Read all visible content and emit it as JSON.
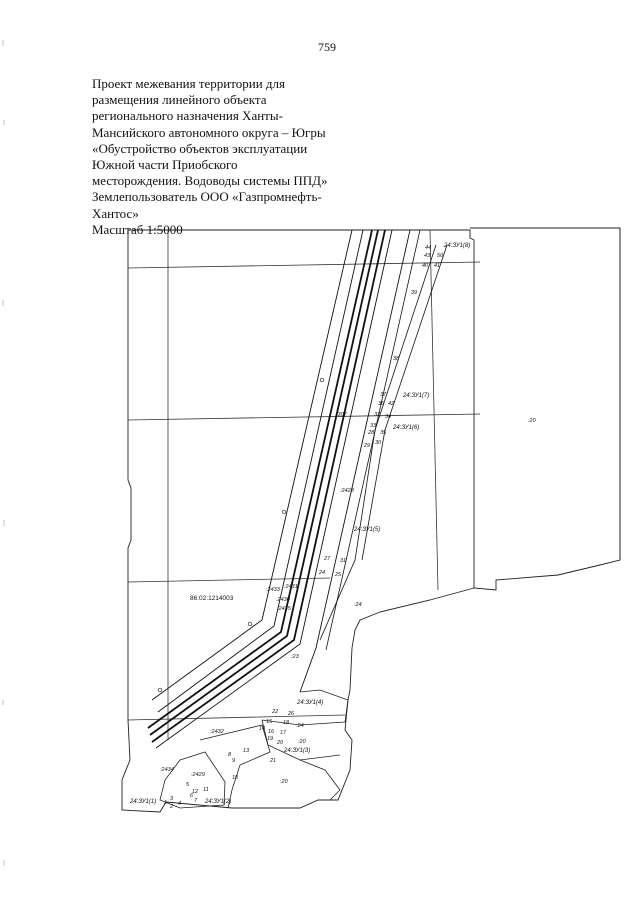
{
  "page_number": "759",
  "title_lines": [
    "Проект межевания территории для",
    "размещения линейного объекта",
    "регионального назначения Ханты-",
    "Мансийского автономного округа – Югры",
    "«Обустройство объектов эксплуатации",
    "Южной части Приобского",
    "месторождения. Водоводы системы ППД»",
    "Землепользователь  ООО «Газпромнефть-",
    "Хантос»",
    "Масштаб 1:5000"
  ],
  "map": {
    "cadastral_block": "86:02:1214003",
    "parcel_labels": {
      "zu8": "24:ЗУ1(8)",
      "zu7": "24:ЗУ1(7)",
      "zu6": "24:ЗУ1(6)",
      "zu5": "24:ЗУ1(5)",
      "zu4": "24:ЗУ1(4)",
      "zu3": "24:ЗУ1(3)",
      "zu2": "24:ЗУ1(2)",
      "zu1": "24:ЗУ1(1)",
      "p20a": ":20",
      "p20b": ":20",
      "p20c": ":20",
      "p24a": ":24",
      "p24b": ":24",
      "p2428": ":2428",
      "p307": ":307",
      "p2430": ":2430",
      "p2431": ":2431",
      "p2432": ":2432",
      "p2433": ":2433",
      "p2429": ":2429",
      "p2434": ":2434",
      "p2435": ":2435",
      "p23": ":23"
    },
    "point_numbers": {
      "n44": "44",
      "n43": "43",
      "n50": "50",
      "n40": "40",
      "n41": "41",
      "n39": "39",
      "n38": "38",
      "n37": "37",
      "n36": "36",
      "n42": "42",
      "n32": "32",
      "n34": "34",
      "n33": "33",
      "n28": "28",
      "n35": "35",
      "n29": "29",
      "n30": "30",
      "n27": "27",
      "n31": "31",
      "n24": "24",
      "n25": "25",
      "n22": "22",
      "n26": "26",
      "n18": "18",
      "n15": "15",
      "n14": "14",
      "n16": "16",
      "n17": "17",
      "n19": "19",
      "n20": "20",
      "n13": "13",
      "n21": "21",
      "n9": "9",
      "n8": "8",
      "n10": "10",
      "n12": "12",
      "n11": "11",
      "n5": "5",
      "n6": "6",
      "n7": "7",
      "n3": "3",
      "n4": "4",
      "n1": "1",
      "n2": "2"
    }
  }
}
